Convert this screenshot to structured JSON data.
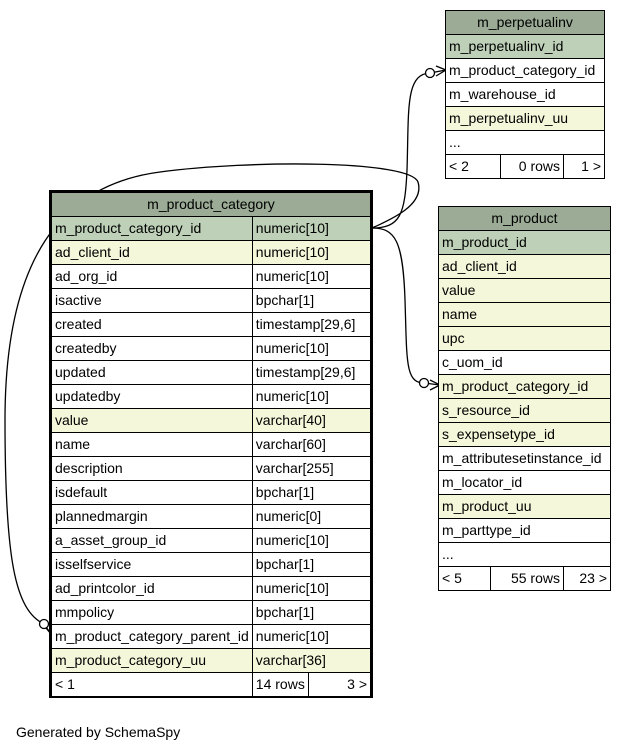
{
  "tables": {
    "perpetualinv": {
      "name": "m_perpetualinv",
      "columns": [
        {
          "name": "m_perpetualinv_id",
          "kind": "pk"
        },
        {
          "name": "m_product_category_id",
          "kind": "plain"
        },
        {
          "name": "m_warehouse_id",
          "kind": "plain"
        },
        {
          "name": "m_perpetualinv_uu",
          "kind": "idx"
        },
        {
          "name": "...",
          "kind": "plain"
        }
      ],
      "footer": {
        "left": "< 2",
        "mid": "0 rows",
        "right": "1 >"
      }
    },
    "product": {
      "name": "m_product",
      "columns": [
        {
          "name": "m_product_id",
          "kind": "pk"
        },
        {
          "name": "ad_client_id",
          "kind": "idx"
        },
        {
          "name": "value",
          "kind": "idx"
        },
        {
          "name": "name",
          "kind": "idx"
        },
        {
          "name": "upc",
          "kind": "idx"
        },
        {
          "name": "c_uom_id",
          "kind": "plain"
        },
        {
          "name": "m_product_category_id",
          "kind": "idx"
        },
        {
          "name": "s_resource_id",
          "kind": "idx"
        },
        {
          "name": "s_expensetype_id",
          "kind": "idx"
        },
        {
          "name": "m_attributesetinstance_id",
          "kind": "plain"
        },
        {
          "name": "m_locator_id",
          "kind": "plain"
        },
        {
          "name": "m_product_uu",
          "kind": "idx"
        },
        {
          "name": "m_parttype_id",
          "kind": "plain"
        },
        {
          "name": "...",
          "kind": "plain"
        }
      ],
      "footer": {
        "left": "< 5",
        "mid": "55 rows",
        "right": "23 >"
      }
    },
    "category": {
      "name": "m_product_category",
      "columns": [
        {
          "name": "m_product_category_id",
          "type": "numeric[10]",
          "kind": "pk"
        },
        {
          "name": "ad_client_id",
          "type": "numeric[10]",
          "kind": "idx"
        },
        {
          "name": "ad_org_id",
          "type": "numeric[10]",
          "kind": "plain"
        },
        {
          "name": "isactive",
          "type": "bpchar[1]",
          "kind": "plain"
        },
        {
          "name": "created",
          "type": "timestamp[29,6]",
          "kind": "plain"
        },
        {
          "name": "createdby",
          "type": "numeric[10]",
          "kind": "plain"
        },
        {
          "name": "updated",
          "type": "timestamp[29,6]",
          "kind": "plain"
        },
        {
          "name": "updatedby",
          "type": "numeric[10]",
          "kind": "plain"
        },
        {
          "name": "value",
          "type": "varchar[40]",
          "kind": "idx"
        },
        {
          "name": "name",
          "type": "varchar[60]",
          "kind": "plain"
        },
        {
          "name": "description",
          "type": "varchar[255]",
          "kind": "plain"
        },
        {
          "name": "isdefault",
          "type": "bpchar[1]",
          "kind": "plain"
        },
        {
          "name": "plannedmargin",
          "type": "numeric[0]",
          "kind": "plain"
        },
        {
          "name": "a_asset_group_id",
          "type": "numeric[10]",
          "kind": "plain"
        },
        {
          "name": "isselfservice",
          "type": "bpchar[1]",
          "kind": "plain"
        },
        {
          "name": "ad_printcolor_id",
          "type": "numeric[10]",
          "kind": "plain"
        },
        {
          "name": "mmpolicy",
          "type": "bpchar[1]",
          "kind": "plain"
        },
        {
          "name": "m_product_category_parent_id",
          "type": "numeric[10]",
          "kind": "plain"
        },
        {
          "name": "m_product_category_uu",
          "type": "varchar[36]",
          "kind": "idx"
        }
      ],
      "footer": {
        "left": "< 1",
        "mid": "14 rows",
        "right": "3 >"
      }
    }
  },
  "colors": {
    "title": "#9bab96",
    "pk": "#bed1b8",
    "index": "#f4f7da"
  },
  "footer_text": "Generated by SchemaSpy"
}
